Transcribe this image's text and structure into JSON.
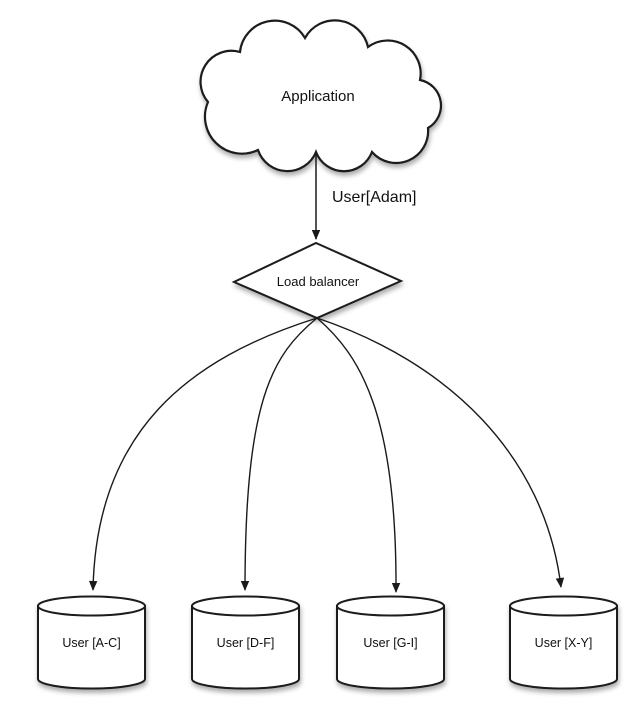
{
  "diagram": {
    "background_color": "#ffffff",
    "stroke_color": "#1a1a1a",
    "fill_color": "#ffffff",
    "nodes": {
      "application": {
        "shape": "cloud",
        "label": "Application"
      },
      "load_balancer": {
        "shape": "diamond",
        "label": "Load balancer"
      },
      "databases": [
        {
          "shape": "cylinder",
          "label": "User [A-C]"
        },
        {
          "shape": "cylinder",
          "label": "User [D-F]"
        },
        {
          "shape": "cylinder",
          "label": "User [G-I]"
        },
        {
          "shape": "cylinder",
          "label": "User [X-Y]"
        }
      ]
    },
    "edges": [
      {
        "from": "application",
        "to": "load_balancer",
        "label": "User[Adam]",
        "style": "straight-arrow"
      },
      {
        "from": "load_balancer",
        "to": "databases.0",
        "label": "",
        "style": "curved-arrow"
      },
      {
        "from": "load_balancer",
        "to": "databases.1",
        "label": "",
        "style": "curved-arrow"
      },
      {
        "from": "load_balancer",
        "to": "databases.2",
        "label": "",
        "style": "curved-arrow"
      },
      {
        "from": "load_balancer",
        "to": "databases.3",
        "label": "",
        "style": "curved-arrow"
      }
    ]
  }
}
